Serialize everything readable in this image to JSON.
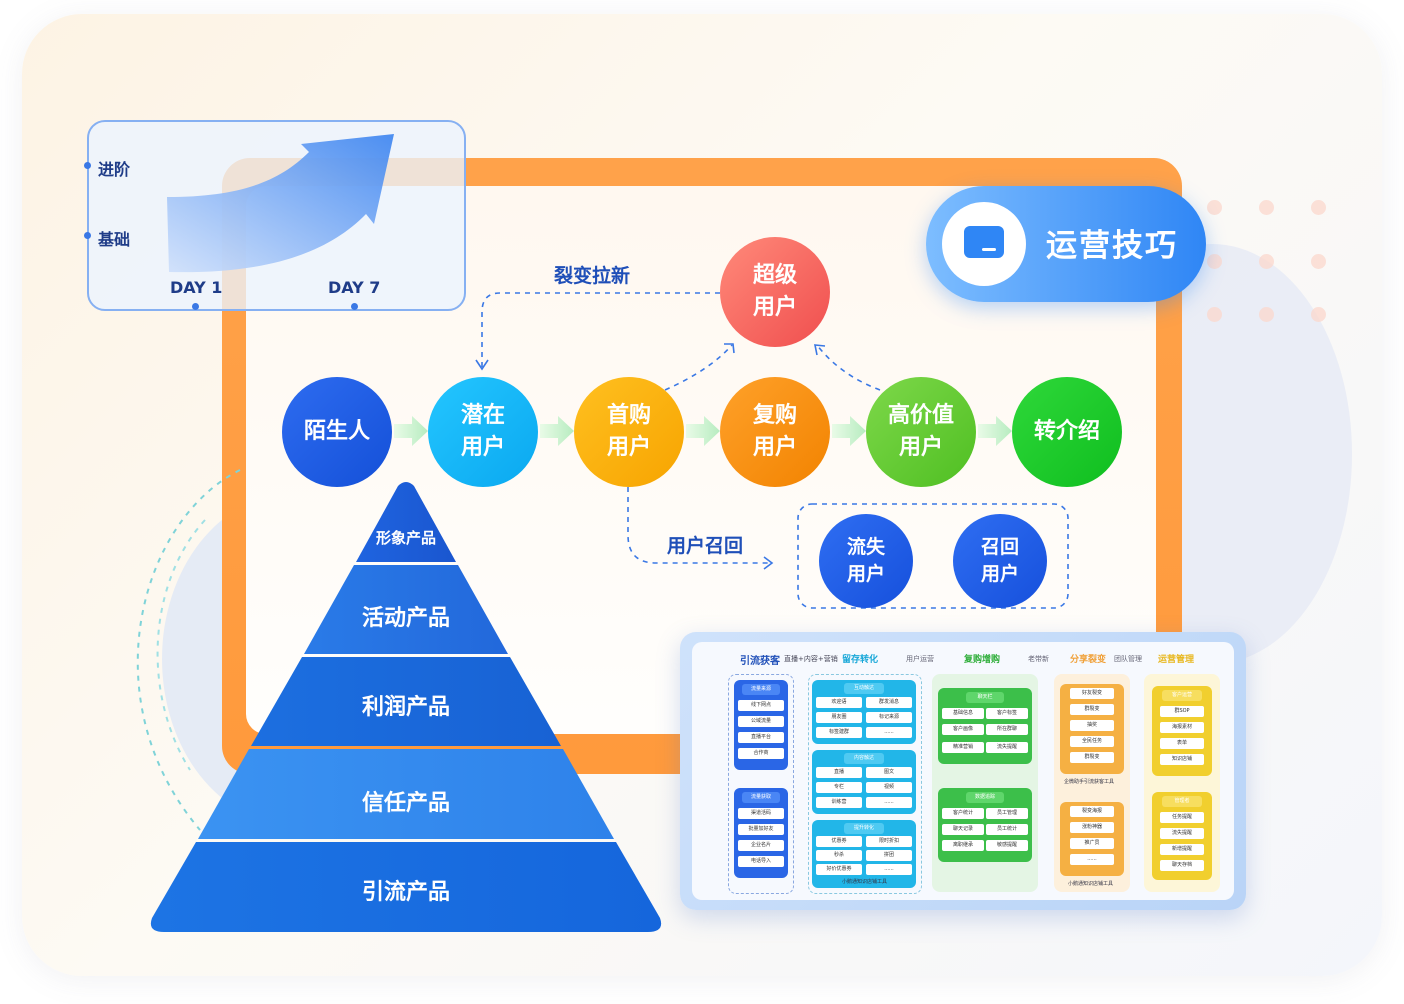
{
  "growth_panel": {
    "level_top": "进阶",
    "level_bottom": "基础",
    "day_start": "DAY 1",
    "day_end": "DAY 7"
  },
  "badge": {
    "label": "运营技巧",
    "icon": "monitor-icon"
  },
  "flow": {
    "nodes": [
      {
        "line1": "陌生人",
        "line2": ""
      },
      {
        "line1": "潜在",
        "line2": "用户"
      },
      {
        "line1": "首购",
        "line2": "用户"
      },
      {
        "line1": "复购",
        "line2": "用户"
      },
      {
        "line1": "高价值",
        "line2": "用户"
      },
      {
        "line1": "转介绍",
        "line2": ""
      }
    ],
    "super_user": {
      "line1": "超级",
      "line2": "用户"
    },
    "fission_label": "裂变拉新",
    "recall_label": "用户召回",
    "lost_user": {
      "line1": "流失",
      "line2": "用户"
    },
    "recalled_user": {
      "line1": "召回",
      "line2": "用户"
    }
  },
  "pyramid": [
    "形象产品",
    "活动产品",
    "利润产品",
    "信任产品",
    "引流产品"
  ],
  "dashboard": {
    "headers": [
      "引流获客",
      "直播+内容+营销",
      "留存转化",
      "用户运营",
      "复购增购",
      "老带新",
      "分享裂变",
      "团队管理",
      "运营管理"
    ],
    "col1": {
      "box1_title": "流量来源",
      "box1": [
        "线下网点",
        "公域流量",
        "直播平台",
        "合作商"
      ],
      "box2_title": "流量获取",
      "box2": [
        "渠道活码",
        "批量加好友",
        "企业名片",
        "电话导入"
      ]
    },
    "col2": {
      "box1_title": "互动触达",
      "box1": [
        "欢迎语",
        "群发消息",
        "朋友圈",
        "标记来源",
        "标签建群",
        "......"
      ],
      "box2_title": "内容触达",
      "box2": [
        "直播",
        "图文",
        "专栏",
        "视频",
        "训练营",
        "......"
      ],
      "box3_title": "提升转化",
      "box3": [
        "优惠券",
        "限时折扣",
        "秒杀",
        "拼团",
        "好价优惠券",
        "......"
      ],
      "footer": "小鹅通知识店铺工具"
    },
    "col3": {
      "box1_title": "聊天栏",
      "box1": [
        "基础信息",
        "客户标签",
        "客户画像",
        "所在群聊",
        "精准营销",
        "流失提醒"
      ],
      "box2_title": "数据追踪",
      "box2": [
        "客户统计",
        "员工管理",
        "聊天记录",
        "员工统计",
        "离职继承",
        "敏感提醒"
      ]
    },
    "col4": {
      "box1": [
        "好友裂变",
        "群裂变",
        "抽奖",
        "全民任务",
        "群裂变"
      ],
      "box1_footer": "企微助手引流获客工具",
      "box2": [
        "裂变海报",
        "涨粉神器",
        "推广员",
        "......"
      ],
      "box2_footer": "小鹅通知识店铺工具"
    },
    "col5": {
      "box1_title": "客户运营",
      "box1": [
        "群SOP",
        "海报素材",
        "表单",
        "知识店铺"
      ],
      "box2_title": "管理者",
      "box2": [
        "任务提醒",
        "流失提醒",
        "新增提醒",
        "聊天存档"
      ]
    }
  }
}
